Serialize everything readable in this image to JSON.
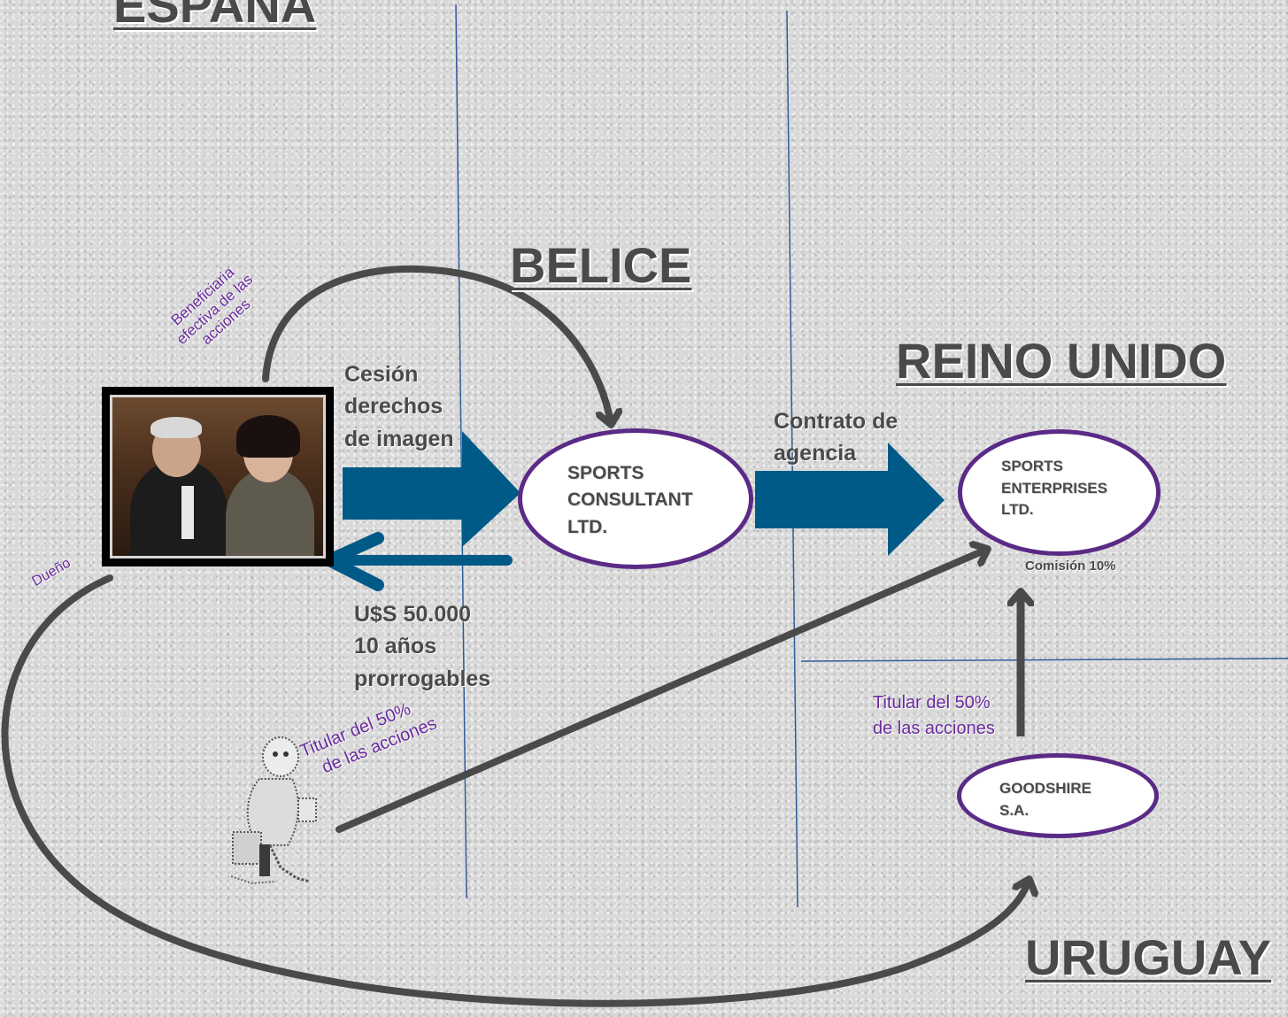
{
  "regions": {
    "espana": "ESPAÑA",
    "belice": "BELICE",
    "reino_unido": "REINO UNIDO",
    "uruguay": "URUGUAY"
  },
  "entities": {
    "sports_consultant": [
      "SPORTS",
      "CONSULTANT",
      "LTD."
    ],
    "sports_enterprises": [
      "SPORTS",
      "ENTERPRISES",
      "LTD."
    ],
    "goodshire": [
      "GOODSHIRE",
      "S.A."
    ]
  },
  "labels": {
    "beneficiaria": [
      "Beneficiaria",
      "efectiva de las",
      "acciones"
    ],
    "cesion": [
      "Cesión",
      "derechos",
      "de imagen"
    ],
    "pago": [
      "U$S 50.000",
      "10 años",
      "prorrogables"
    ],
    "contrato": [
      "Contrato de",
      "agencia"
    ],
    "comision": "Comisión 10%",
    "titular_uk": [
      "Titular del 50%",
      "de las acciones"
    ],
    "titular_belice": [
      "Titular del 50%",
      "de las acciones"
    ],
    "dueno": "Dueño"
  },
  "icons": {
    "photo": "couple-photo",
    "figure": "cartoon-figure-icon"
  },
  "colors": {
    "arrow_blue": "#005a87",
    "divider_blue": "#2e5d9a",
    "node_border": "#5b2a86",
    "arrow_gray": "#4a4a4a",
    "label_purple": "#6a2a9e"
  }
}
